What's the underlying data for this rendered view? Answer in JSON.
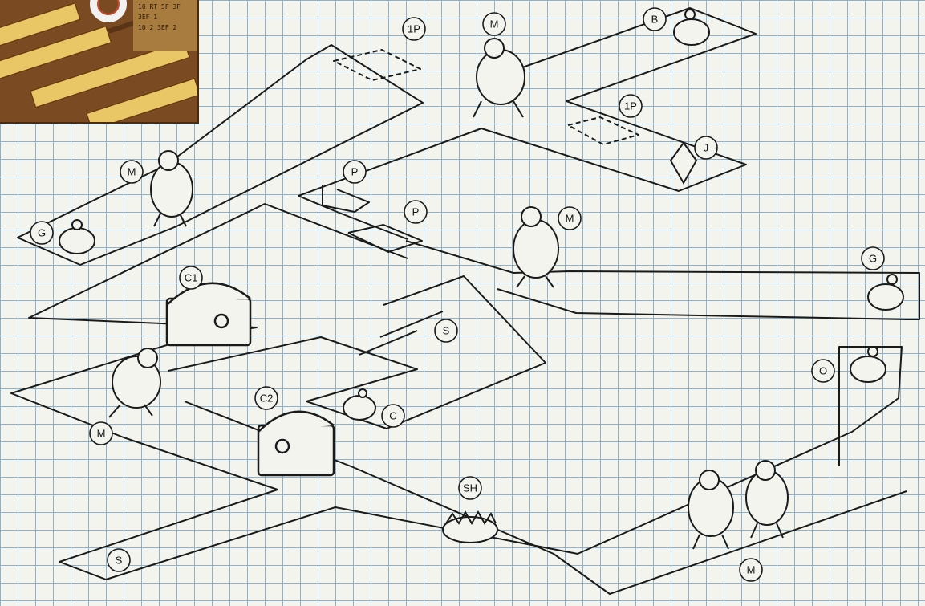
{
  "inset": {
    "note_lines": [
      "10 RT 5F 3F",
      "3EF 1",
      "10 2 3EF 2"
    ]
  },
  "labels": {
    "ip_top": "1P",
    "monster_top": "M",
    "bag_top_right": "B",
    "ip_mid": "1P",
    "jewel": "J",
    "monster_left": "M",
    "gold_left": "G",
    "pit_1": "P",
    "pit_2": "P",
    "monster_center": "M",
    "gold_right": "G",
    "chest_1": "C1",
    "spears": "S",
    "chest_bag": "C",
    "monster_lower_left": "M",
    "chest_2": "C2",
    "sack": "O",
    "spike_trap": "SH",
    "start": "S",
    "monster_bottom": "M"
  },
  "colors": {
    "line": "#1a1a1a",
    "grid": "#8fb2c8",
    "paper": "#f4f4ef"
  }
}
